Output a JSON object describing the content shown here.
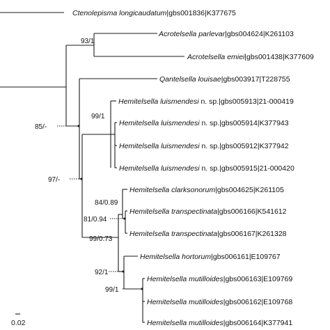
{
  "taxa": [
    {
      "name": "Ctenolepisma longicaudatum",
      "suffix": "|gbs001836|K377675"
    },
    {
      "name": "Acrotelsella parlevar",
      "suffix": "|gbs004624|K261103"
    },
    {
      "name": "Acrotelsella emiei",
      "suffix": "|gbs001438|K377609"
    },
    {
      "name": "Qantelsella louisae",
      "suffix": "|gbs003917|T228755"
    },
    {
      "name": "Hemitelsella luismendesi",
      "suffix": " n. sp.|gbs005913|21-000419"
    },
    {
      "name": "Hemitelsella luismendesi",
      "suffix": " n. sp.|gbs005914|K377943"
    },
    {
      "name": "Hemitelsella luismendesi",
      "suffix": " n. sp.|gbs005912|K377942"
    },
    {
      "name": "Hemitelsella luismendesi",
      "suffix": " n. sp.|gbs005915|21-000420"
    },
    {
      "name": "Hemitelsella clarksonorum",
      "suffix": "|gbs004625|K261105"
    },
    {
      "name": "Hemitelsella transpectinata",
      "suffix": "|gbs006166|K541612"
    },
    {
      "name": "Hemitelsella transpectinata",
      "suffix": "|gbs006167|K261328"
    },
    {
      "name": "Hemitelsella hortorum",
      "suffix": "|gbs006161|E109767"
    },
    {
      "name": "Hemitelsella mutilloides",
      "suffix": "|gbs006163|E109769"
    },
    {
      "name": "Hemitelsella mutilloides",
      "suffix": "|gbs006162|E109768"
    },
    {
      "name": "Hemitelsella mutilloides",
      "suffix": "|gbs006164|K377941"
    }
  ],
  "support": {
    "acrotelsella": "93/1",
    "luismendesi": "99/1",
    "qant_hemi": "85/-",
    "hemitelsella": "97/-",
    "clark_trans": "84/0.89",
    "transpectinata": "81/0.94",
    "south_clade": "99/0.73",
    "hort_mut": "92/1",
    "mutilloides": "99/1"
  },
  "scale_bar": {
    "label": "0.02"
  }
}
